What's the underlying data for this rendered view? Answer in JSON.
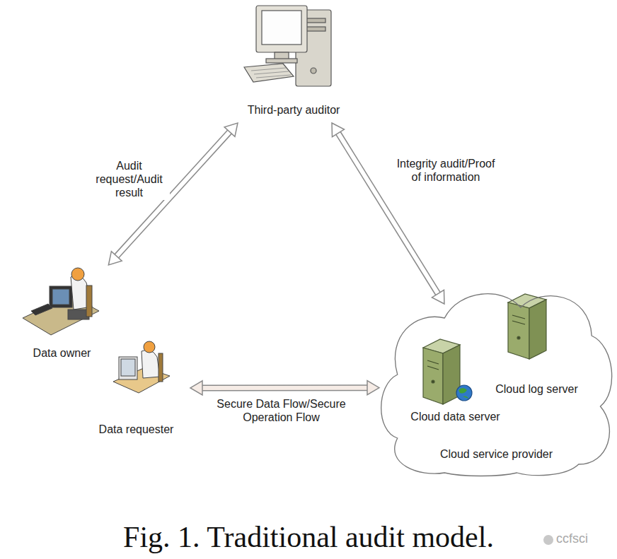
{
  "diagram": {
    "caption": "Fig. 1. Traditional audit model.",
    "nodes": [
      {
        "text": [
          "Third-party auditor"
        ]
      },
      {
        "text": [
          "Data owner"
        ]
      },
      {
        "text": [
          "Data requester"
        ]
      },
      {
        "text": [
          "Cloud service provider"
        ]
      },
      {
        "text": [
          "Cloud data server"
        ],
        "in": 3
      },
      {
        "text": [
          "Cloud log server"
        ],
        "in": 3
      }
    ],
    "edges": [
      {
        "from": 0,
        "to": 1,
        "label": "Audit request/Audit result",
        "arrow": "both"
      },
      {
        "from": 0,
        "to": 3,
        "label": "Integrity audit/Proof of information",
        "arrow": "both"
      },
      {
        "from": 2,
        "to": 3,
        "label": "Secure Data Flow/Secure Operation Flow",
        "arrow": "both"
      }
    ],
    "labels": [
      "ccfsci"
    ]
  }
}
